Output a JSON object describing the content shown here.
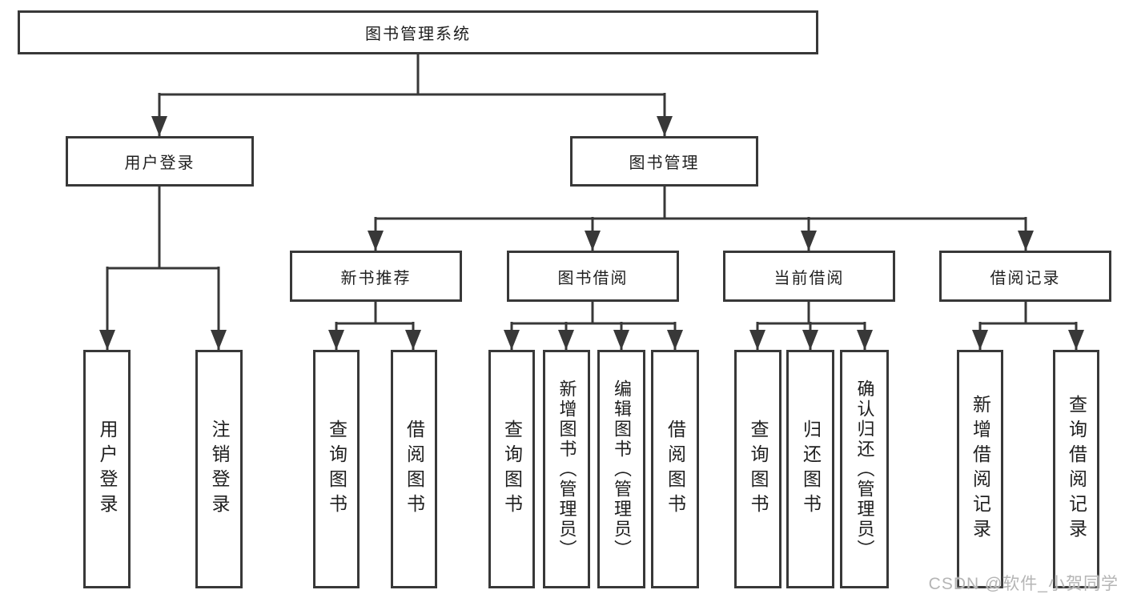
{
  "diagram": {
    "root": {
      "label": "图书管理系统"
    },
    "branches": [
      {
        "label": "用户登录",
        "children": [
          {
            "label": "用户登录"
          },
          {
            "label": "注销登录"
          }
        ]
      },
      {
        "label": "图书管理",
        "children": [
          {
            "label": "新书推荐",
            "children": [
              {
                "label": "查询图书"
              },
              {
                "label": "借阅图书"
              }
            ]
          },
          {
            "label": "图书借阅",
            "children": [
              {
                "label": "查询图书"
              },
              {
                "label": "新增图书（管理员）"
              },
              {
                "label": "编辑图书（管理员）"
              },
              {
                "label": "借阅图书"
              }
            ]
          },
          {
            "label": "当前借阅",
            "children": [
              {
                "label": "查询图书"
              },
              {
                "label": "归还图书"
              },
              {
                "label": "确认归还（管理员）"
              }
            ]
          },
          {
            "label": "借阅记录",
            "children": [
              {
                "label": "新增借阅记录"
              },
              {
                "label": "查询借阅记录"
              }
            ]
          }
        ]
      }
    ]
  },
  "watermark": "CSDN @软件_小贺同学",
  "colors": {
    "line": "#383838",
    "box_border": "#383838",
    "text": "#1f1f1f",
    "watermark": "#b5b5b5",
    "background": "#ffffff"
  }
}
